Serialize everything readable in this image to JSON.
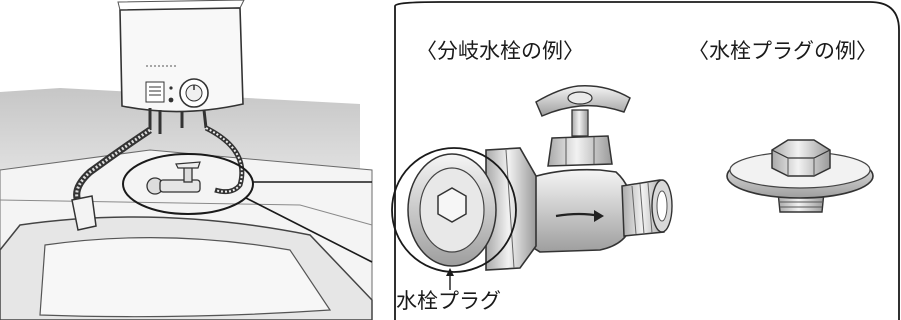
{
  "labels": {
    "branch_valve_example": "〈分岐水栓の例〉",
    "plug_example": "〈水栓プラグの例〉",
    "faucet_plug": "水栓プラグ"
  },
  "colors": {
    "ink": "#1a1a1a",
    "wall_gray": "#d4d4d4",
    "counter_gray": "#ececec",
    "metal": "#cfcfcf"
  }
}
